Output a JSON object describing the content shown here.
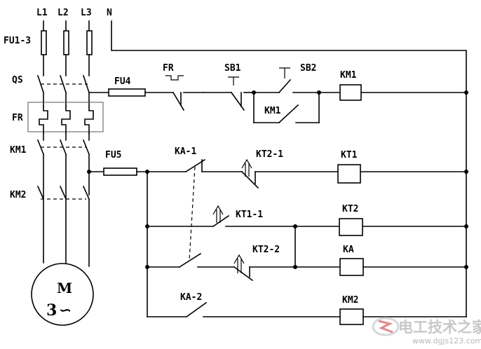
{
  "labels": {
    "l1": "L1",
    "l2": "L2",
    "l3": "L3",
    "n": "N",
    "fu13": "FU1-3",
    "qs": "QS",
    "fr_left": "FR",
    "km1_left": "KM1",
    "km2_left": "KM2",
    "fu4": "FU4",
    "fr_top": "FR",
    "sb1": "SB1",
    "sb2": "SB2",
    "km1_coil": "KM1",
    "km1_contact": "KM1",
    "fu5": "FU5",
    "ka1": "KA-1",
    "kt21": "KT2-1",
    "kt1_coil": "KT1",
    "kt11": "KT1-1",
    "kt2_coil": "KT2",
    "kt22": "KT2-2",
    "ka_coil": "KA",
    "ka2": "KA-2",
    "km2_coil": "KM2",
    "motor_m": "M",
    "motor_3": "3",
    "motor_ac": "∽"
  },
  "watermark": {
    "title": "电工技术之家",
    "url": "www.dgjs123.com"
  }
}
